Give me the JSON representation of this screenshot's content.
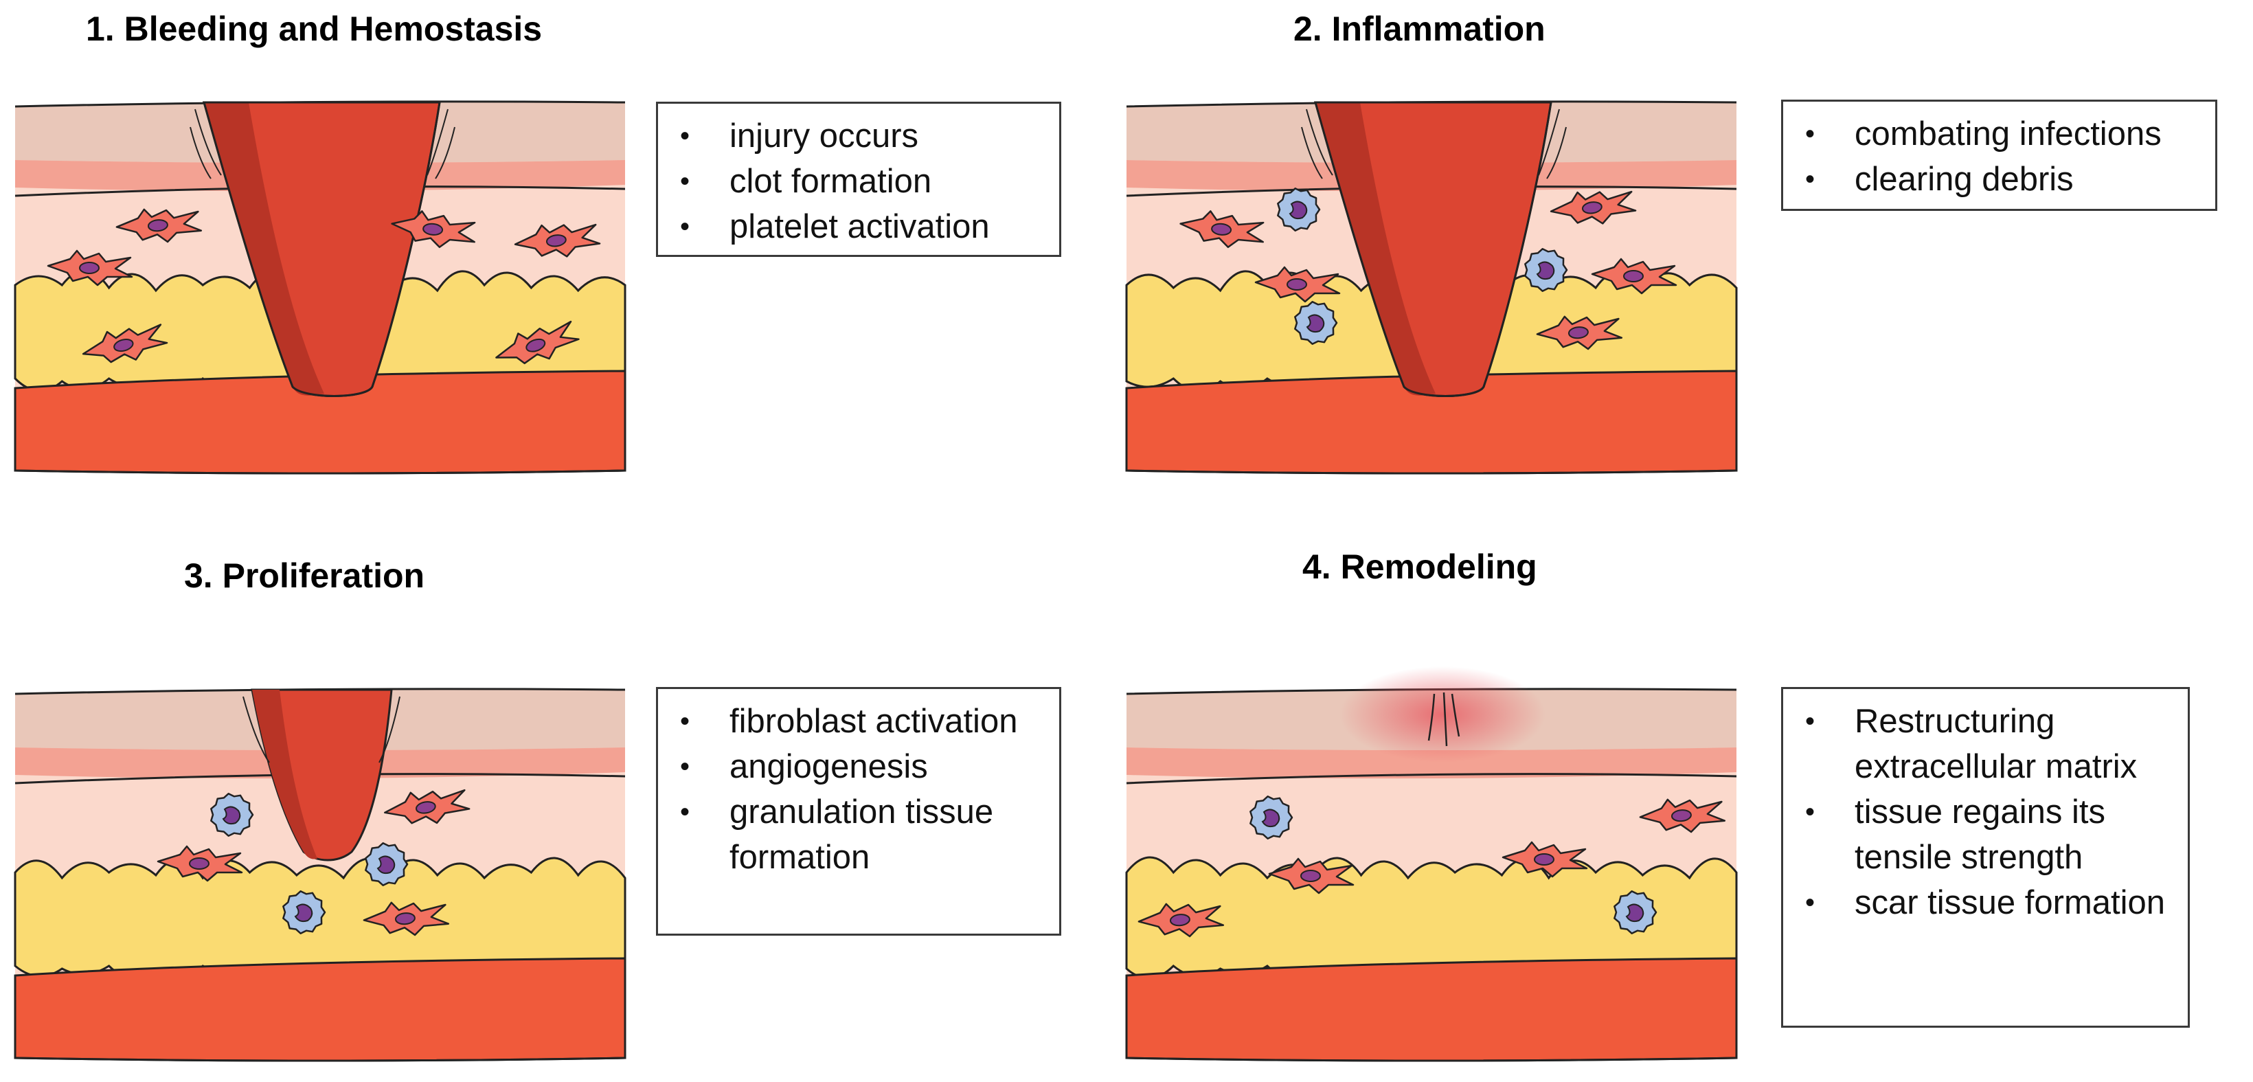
{
  "stages": [
    {
      "number": 1,
      "title": "1. Bleeding and Hemostasis",
      "notes": [
        "injury occurs",
        "clot formation",
        "platelet activation"
      ]
    },
    {
      "number": 2,
      "title": "2. Inflammation",
      "notes": [
        "combating infections",
        "clearing debris"
      ]
    },
    {
      "number": 3,
      "title": "3. Proliferation",
      "notes": [
        "fibroblast activation",
        "angiogenesis",
        "granulation tissue formation"
      ]
    },
    {
      "number": 4,
      "title": "4. Remodeling",
      "notes": [
        "Restructuring extracellular matrix",
        "tissue regains its tensile strength",
        "scar tissue formation"
      ]
    }
  ],
  "colors": {
    "epidermis": "#e9c7b9",
    "basal_layer": "#f3a293",
    "dermis": "#fbd9cc",
    "fat": "#fadb72",
    "muscle": "#f05a3b",
    "wound_blood": "#dc4532",
    "wound_shadow": "#b83426",
    "fibroblast": "#f27160",
    "fibroblast_nucleus": "#8d3f8f",
    "immune_cell": "#a7c2e6",
    "immune_nucleus": "#7a3b92",
    "outline": "#222222"
  },
  "icons": {
    "fibroblast": "fibroblast-cell-icon",
    "immune": "immune-cell-icon",
    "wound": "wound-icon"
  }
}
